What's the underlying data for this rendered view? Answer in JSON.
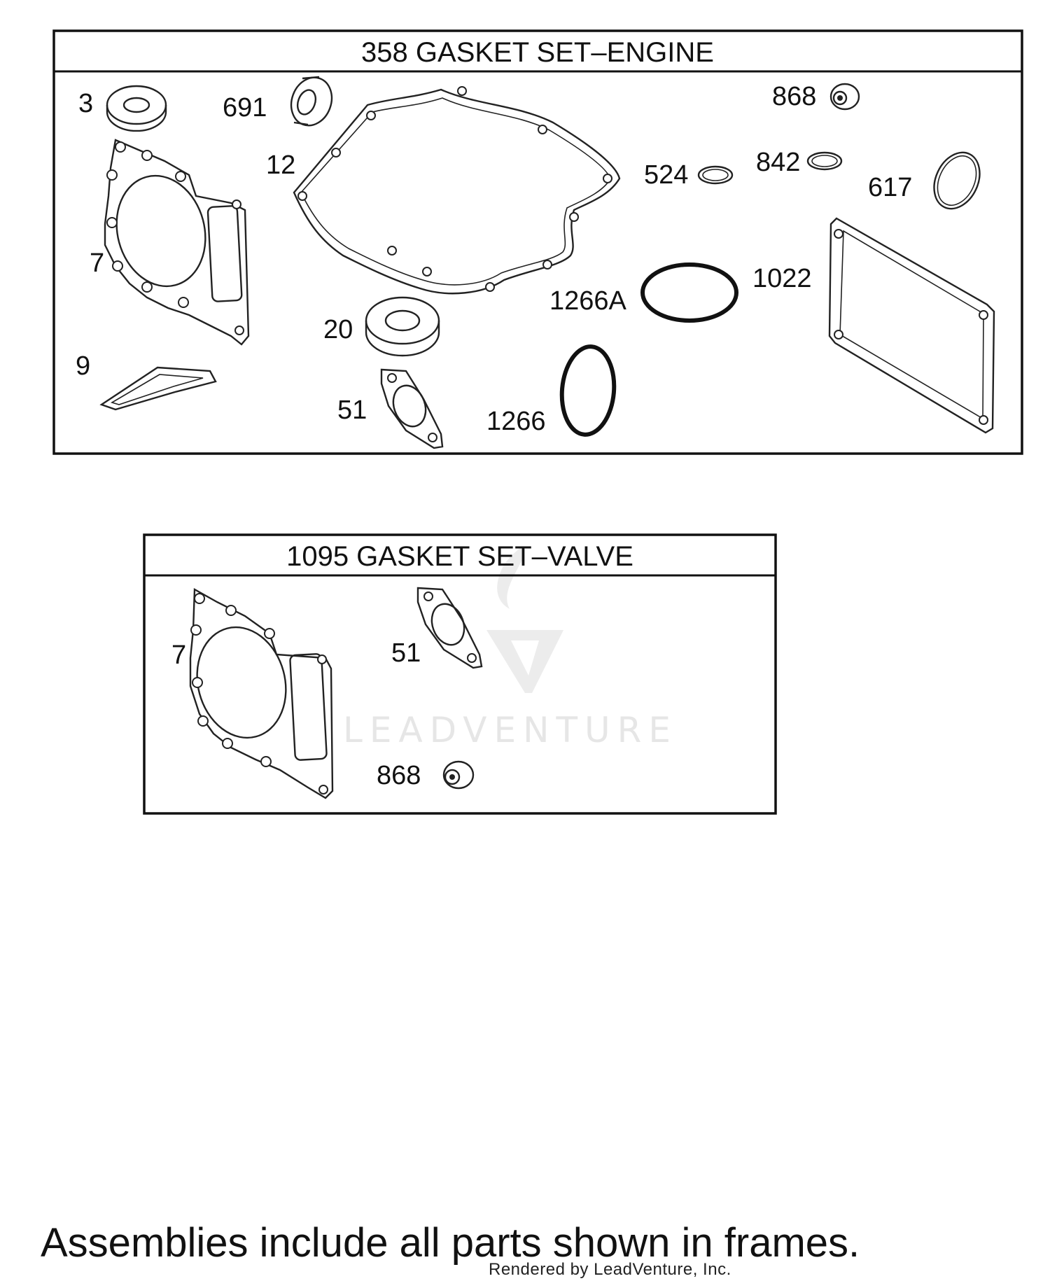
{
  "frames": [
    {
      "title": "358 GASKET SET–ENGINE",
      "labels": [
        "3",
        "691",
        "12",
        "868",
        "524",
        "842",
        "617",
        "7",
        "1266A",
        "1022",
        "20",
        "9",
        "51",
        "1266"
      ]
    },
    {
      "title": "1095 GASKET SET–VALVE",
      "labels": [
        "7",
        "51",
        "868"
      ]
    }
  ],
  "footer": {
    "note": "Assemblies include all parts shown in frames.",
    "credit": "Rendered by LeadVenture, Inc."
  },
  "watermark": {
    "text": "LEADVENTURE"
  },
  "colors": {
    "line": "#222222",
    "watermark": "#e6e6e6"
  }
}
